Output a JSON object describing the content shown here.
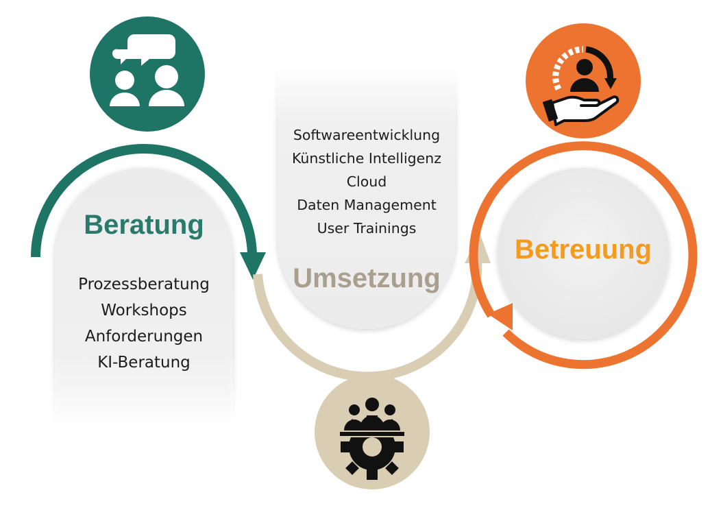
{
  "colors": {
    "beratung": "#1f7565",
    "umsetzung": "#d9cdb3",
    "umsetzung_text": "#a89f8e",
    "betreuung": "#ec7330",
    "betreuung_text": "#f39a1f",
    "card": "#ececec"
  },
  "stages": [
    {
      "title": "Beratung",
      "icon": "speech-bubbles-people-icon",
      "items": [
        "Prozessberatung",
        "Workshops",
        "Anforderungen",
        "KI-Beratung"
      ]
    },
    {
      "title": "Umsetzung",
      "icon": "team-gear-icon",
      "items": [
        "Softwareentwicklung",
        "Künstliche Intelligenz",
        "Cloud",
        "Daten Management",
        "User Trainings"
      ]
    },
    {
      "title": "Betreuung",
      "icon": "hand-person-cycle-icon",
      "items": []
    }
  ]
}
